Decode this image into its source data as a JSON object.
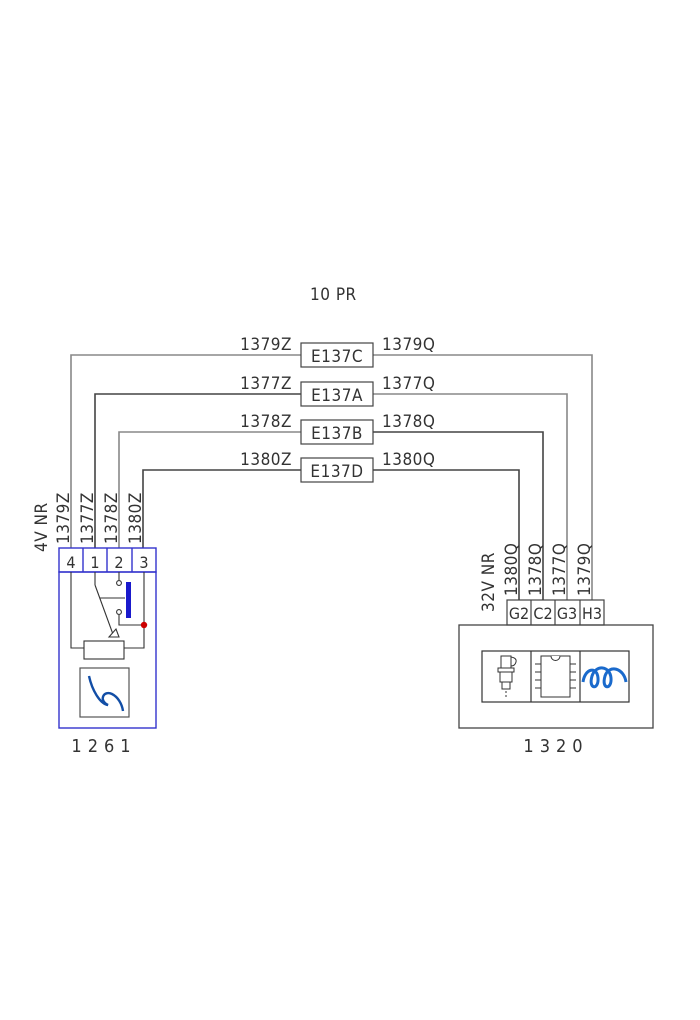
{
  "diagram": {
    "harness_label": "10 PR",
    "connections": [
      {
        "left_wire": "1379Z",
        "splice": "E137C",
        "right_wire": "1379Q"
      },
      {
        "left_wire": "1377Z",
        "splice": "E137A",
        "right_wire": "1377Q"
      },
      {
        "left_wire": "1378Z",
        "splice": "E137B",
        "right_wire": "1378Q"
      },
      {
        "left_wire": "1380Z",
        "splice": "E137D",
        "right_wire": "1380Q"
      }
    ],
    "left_component": {
      "id": "1261",
      "connector_label": "4V NR",
      "wire_labels": [
        "1379Z",
        "1377Z",
        "1378Z",
        "1380Z"
      ],
      "pins": [
        "4",
        "1",
        "2",
        "3"
      ],
      "border_color": "#3333cc",
      "contact_color": "#1a1acc",
      "junction_color": "#cc0000"
    },
    "right_component": {
      "id": "1320",
      "connector_label": "32V NR",
      "wire_labels": [
        "1380Q",
        "1378Q",
        "1377Q",
        "1379Q"
      ],
      "pins": [
        "G2",
        "C2",
        "G3",
        "H3"
      ],
      "icons": [
        "sensor-icon",
        "chip-icon",
        "coil-icon"
      ],
      "coil_color": "#1a6acc"
    }
  }
}
